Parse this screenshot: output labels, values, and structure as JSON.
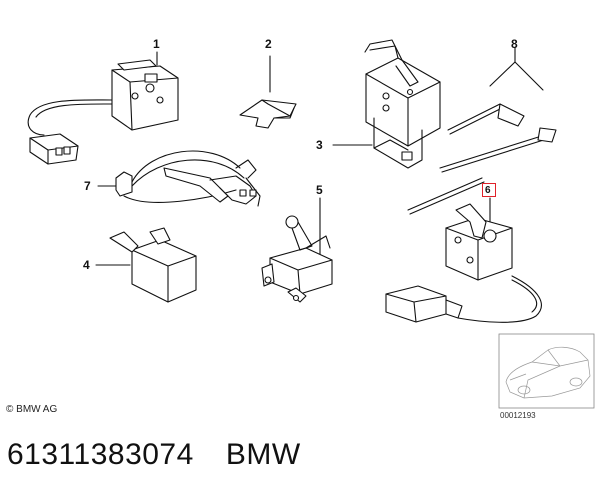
{
  "callouts": {
    "c1": "1",
    "c2": "2",
    "c3": "3",
    "c4": "4",
    "c5": "5",
    "c6": "6",
    "c7": "7",
    "c8": "8"
  },
  "highlighted_callout": "6",
  "highlight_color": "#e0222a",
  "copyright": "© BMW AG",
  "doc_number": "00012193",
  "part_number": "61311383074",
  "brand": "BMW",
  "icons": [
    "copyright-icon",
    "car-silhouette-icon"
  ]
}
